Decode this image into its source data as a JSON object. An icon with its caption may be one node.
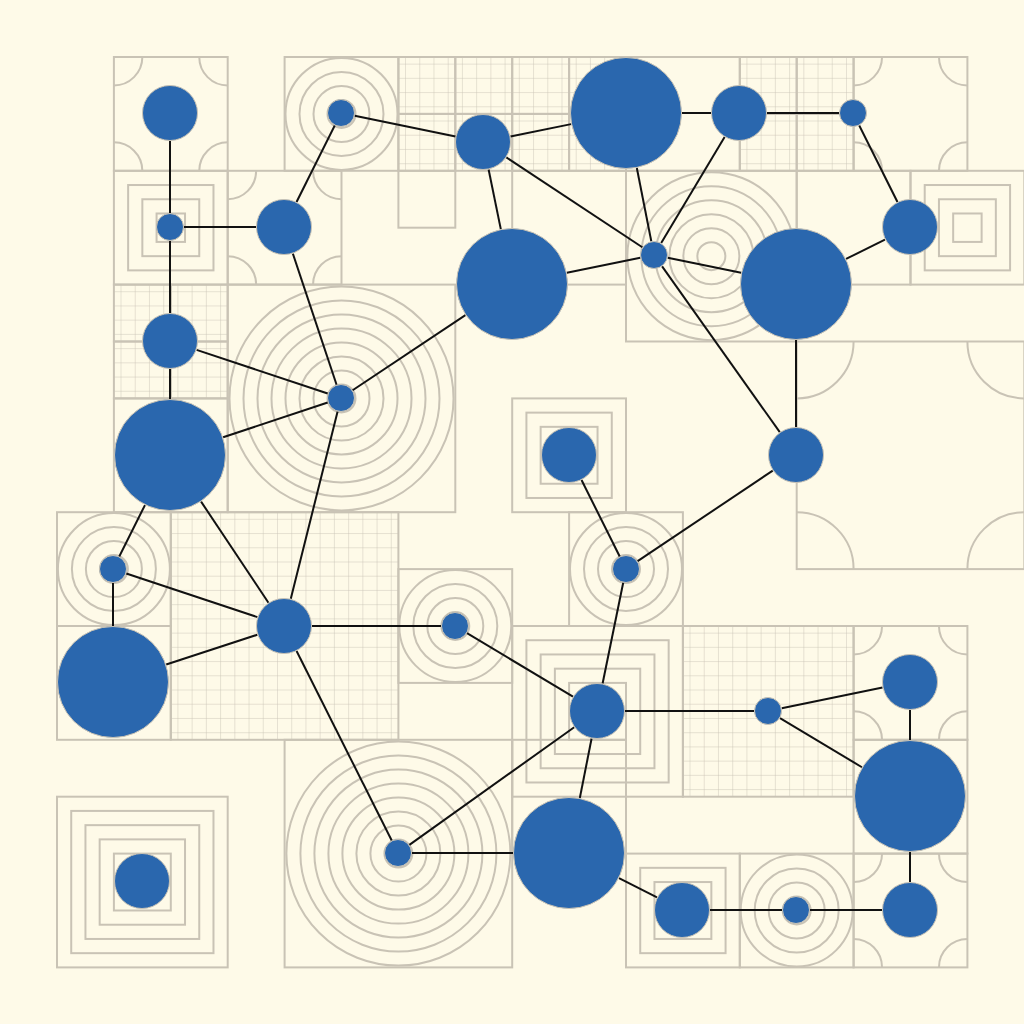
{
  "diagram": {
    "nodes": [
      {
        "text": [],
        "shape": "circle"
      },
      {
        "text": [],
        "shape": "circle"
      },
      {
        "text": [],
        "shape": "circle"
      },
      {
        "text": [],
        "shape": "circle"
      },
      {
        "text": [],
        "shape": "circle"
      },
      {
        "text": [],
        "shape": "circle"
      },
      {
        "text": [],
        "shape": "circle"
      },
      {
        "text": [],
        "shape": "circle"
      },
      {
        "text": [],
        "shape": "circle"
      },
      {
        "text": [],
        "shape": "circle"
      },
      {
        "text": [],
        "shape": "circle"
      },
      {
        "text": [],
        "shape": "circle"
      },
      {
        "text": [],
        "shape": "circle"
      },
      {
        "text": [],
        "shape": "circle"
      },
      {
        "text": [],
        "shape": "circle"
      },
      {
        "text": [],
        "shape": "circle"
      },
      {
        "text": [],
        "shape": "circle"
      },
      {
        "text": [],
        "shape": "circle"
      },
      {
        "text": [],
        "shape": "circle"
      },
      {
        "text": [],
        "shape": "circle"
      },
      {
        "text": [],
        "shape": "circle"
      },
      {
        "text": [],
        "shape": "circle"
      },
      {
        "text": [],
        "shape": "circle"
      },
      {
        "text": [],
        "shape": "circle"
      },
      {
        "text": [],
        "shape": "circle"
      },
      {
        "text": [],
        "shape": "circle"
      },
      {
        "text": [],
        "shape": "circle"
      },
      {
        "text": [],
        "shape": "circle"
      },
      {
        "text": [],
        "shape": "circle"
      },
      {
        "text": [],
        "shape": "circle"
      },
      {
        "text": [],
        "shape": "circle"
      },
      {
        "text": [],
        "shape": "circle"
      }
    ],
    "edges": [
      {
        "from": 0,
        "to": 6,
        "arrow": "none"
      },
      {
        "from": 6,
        "to": 12,
        "arrow": "none"
      },
      {
        "from": 12,
        "to": 14,
        "arrow": "none"
      },
      {
        "from": 6,
        "to": 7,
        "arrow": "none"
      },
      {
        "from": 7,
        "to": 1,
        "arrow": "none"
      },
      {
        "from": 1,
        "to": 2,
        "arrow": "none"
      },
      {
        "from": 2,
        "to": 3,
        "arrow": "none"
      },
      {
        "from": 3,
        "to": 4,
        "arrow": "none"
      },
      {
        "from": 4,
        "to": 5,
        "arrow": "none"
      },
      {
        "from": 2,
        "to": 10,
        "arrow": "none"
      },
      {
        "from": 2,
        "to": 9,
        "arrow": "none"
      },
      {
        "from": 3,
        "to": 10,
        "arrow": "none"
      },
      {
        "from": 4,
        "to": 10,
        "arrow": "none"
      },
      {
        "from": 5,
        "to": 8,
        "arrow": "none"
      },
      {
        "from": 8,
        "to": 11,
        "arrow": "none"
      },
      {
        "from": 10,
        "to": 11,
        "arrow": "none"
      },
      {
        "from": 9,
        "to": 10,
        "arrow": "none"
      },
      {
        "from": 9,
        "to": 13,
        "arrow": "none"
      },
      {
        "from": 7,
        "to": 13,
        "arrow": "none"
      },
      {
        "from": 12,
        "to": 13,
        "arrow": "none"
      },
      {
        "from": 14,
        "to": 13,
        "arrow": "none"
      },
      {
        "from": 10,
        "to": 16,
        "arrow": "none"
      },
      {
        "from": 11,
        "to": 16,
        "arrow": "none"
      },
      {
        "from": 16,
        "to": 18,
        "arrow": "none"
      },
      {
        "from": 15,
        "to": 18,
        "arrow": "none"
      },
      {
        "from": 14,
        "to": 17,
        "arrow": "none"
      },
      {
        "from": 14,
        "to": 19,
        "arrow": "none"
      },
      {
        "from": 13,
        "to": 19,
        "arrow": "none"
      },
      {
        "from": 17,
        "to": 19,
        "arrow": "none"
      },
      {
        "from": 17,
        "to": 21,
        "arrow": "none"
      },
      {
        "from": 21,
        "to": 19,
        "arrow": "none"
      },
      {
        "from": 19,
        "to": 20,
        "arrow": "none"
      },
      {
        "from": 19,
        "to": 27,
        "arrow": "none"
      },
      {
        "from": 20,
        "to": 23,
        "arrow": "none"
      },
      {
        "from": 18,
        "to": 23,
        "arrow": "none"
      },
      {
        "from": 23,
        "to": 24,
        "arrow": "none"
      },
      {
        "from": 23,
        "to": 27,
        "arrow": "none"
      },
      {
        "from": 23,
        "to": 28,
        "arrow": "none"
      },
      {
        "from": 27,
        "to": 28,
        "arrow": "none"
      },
      {
        "from": 28,
        "to": 29,
        "arrow": "none"
      },
      {
        "from": 29,
        "to": 30,
        "arrow": "none"
      },
      {
        "from": 30,
        "to": 31,
        "arrow": "none"
      },
      {
        "from": 24,
        "to": 22,
        "arrow": "none"
      },
      {
        "from": 24,
        "to": 25,
        "arrow": "none"
      },
      {
        "from": 22,
        "to": 25,
        "arrow": "none"
      },
      {
        "from": 25,
        "to": 31,
        "arrow": "none"
      }
    ]
  }
}
